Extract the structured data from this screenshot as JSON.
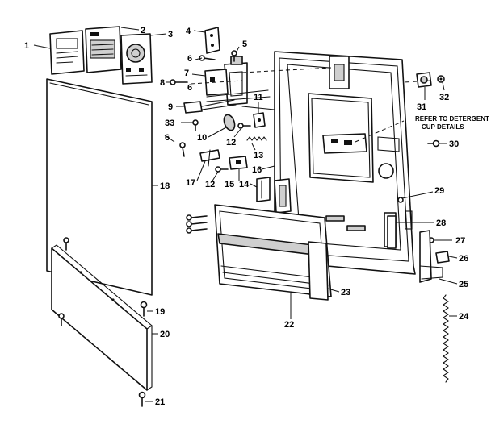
{
  "labels": {
    "p1": "1",
    "p2": "2",
    "p3": "3",
    "p4": "4",
    "p5": "5",
    "p6a": "6",
    "p6b": "6",
    "p6c": "6",
    "p7": "7",
    "p8": "8",
    "p9": "9",
    "p10": "10",
    "p11": "11",
    "p12a": "12",
    "p12b": "12",
    "p13": "13",
    "p14": "14",
    "p15": "15",
    "p16": "16",
    "p17": "17",
    "p18": "18",
    "p19": "19",
    "p20": "20",
    "p21": "21",
    "p22": "22",
    "p23": "23",
    "p24": "24",
    "p25": "25",
    "p26": "26",
    "p27": "27",
    "p28": "28",
    "p29": "29",
    "p30": "30",
    "p31": "31",
    "p32": "32",
    "p33": "33"
  },
  "note": {
    "line1": "REFER TO DETERGENT",
    "line2": "CUP DETAILS"
  }
}
